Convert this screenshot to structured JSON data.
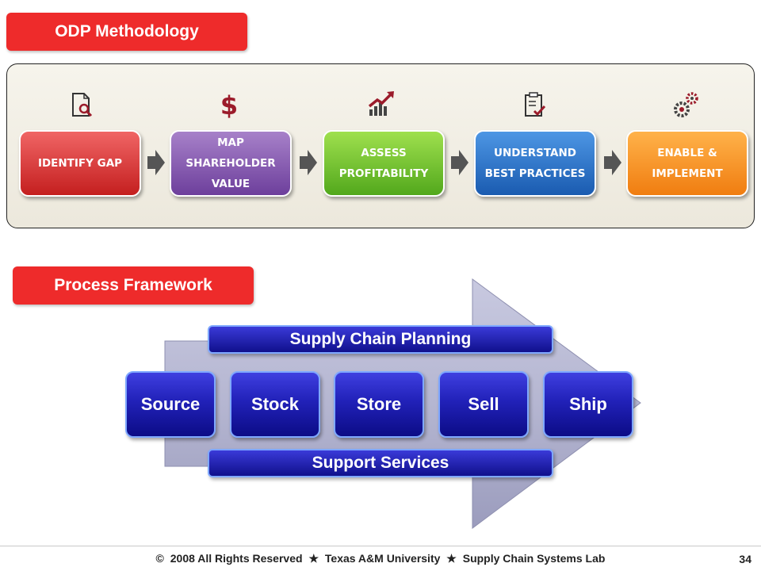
{
  "odp": {
    "tag": "ODP Methodology",
    "steps": [
      {
        "label": "IDENTIFY GAP",
        "icon": "document-magnifier-icon"
      },
      {
        "label": "MAP\nSHAREHOLDER\nVALUE",
        "icon": "dollar-icon"
      },
      {
        "label": "ASSESS\nPROFITABILITY",
        "icon": "trend-chart-icon"
      },
      {
        "label": "UNDERSTAND\nBEST PRACTICES",
        "icon": "clipboard-check-icon"
      },
      {
        "label": "ENABLE &\nIMPLEMENT",
        "icon": "gears-icon"
      }
    ]
  },
  "framework": {
    "tag": "Process Framework",
    "planning": "Supply Chain Planning",
    "support": "Support Services",
    "blocks": [
      "Source",
      "Stock",
      "Store",
      "Sell",
      "Ship"
    ]
  },
  "footer": {
    "copyright_symbol": "©",
    "text1": "2008 All Rights Reserved",
    "text2": "Texas A&M University",
    "text3": "Supply Chain Systems Lab",
    "separator": "★",
    "page": "34"
  },
  "colors": {
    "tag": "#ee2b2b",
    "step1": "#c41f1f",
    "step2": "#6d3f9c",
    "step3": "#52a81c",
    "step4": "#1a5bb0",
    "step5": "#f07d10",
    "block": "#1c1cb0",
    "icon": "#9b1b2a"
  }
}
